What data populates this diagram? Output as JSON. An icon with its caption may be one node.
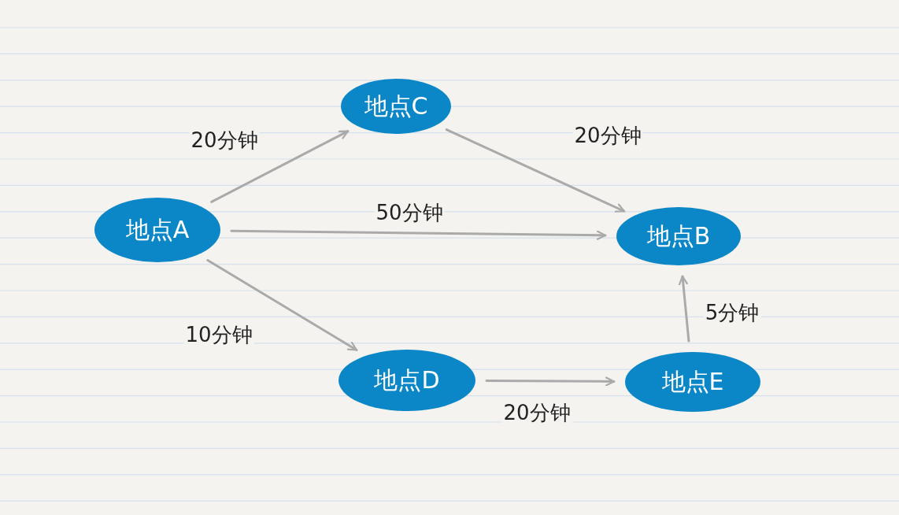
{
  "diagram": {
    "nodes": [
      {
        "text": [
          "地点A"
        ]
      },
      {
        "text": [
          "地点C"
        ]
      },
      {
        "text": [
          "地点B"
        ]
      },
      {
        "text": [
          "地点D"
        ]
      },
      {
        "text": [
          "地点E"
        ]
      }
    ],
    "edges": [
      {
        "from": 0,
        "to": 1,
        "arrow": "to",
        "label": "20分钟"
      },
      {
        "from": 1,
        "to": 2,
        "arrow": "to",
        "label": "20分钟"
      },
      {
        "from": 0,
        "to": 2,
        "arrow": "to",
        "label": "50分钟"
      },
      {
        "from": 0,
        "to": 3,
        "arrow": "to",
        "label": "10分钟"
      },
      {
        "from": 3,
        "to": 4,
        "arrow": "to",
        "label": "20分钟"
      },
      {
        "from": 4,
        "to": 2,
        "arrow": "to",
        "label": "5分钟"
      }
    ]
  }
}
